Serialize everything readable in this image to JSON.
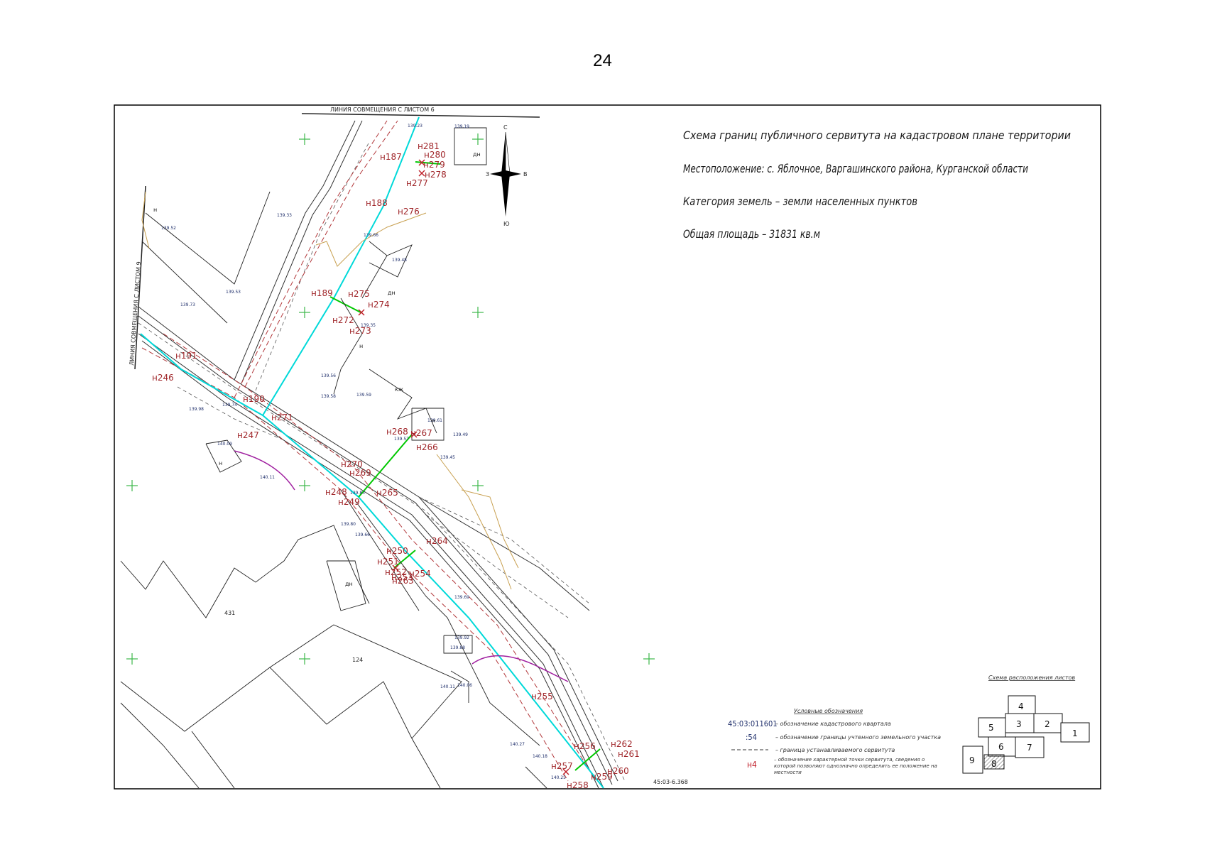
{
  "page_number": "24",
  "map": {
    "title": "Схема границ публичного сервитута на кадастровом плане территории",
    "location": "Местоположение:  с. Яблочное, Варгашинского района, Курганской области",
    "category": "Категория земель – земли населенных пунктов",
    "area": "Общая площадь – 31831 кв.м",
    "match_line_top": "ЛИНИЯ СОВМЕЩЕНИЯ С ЛИСТОМ 6",
    "match_line_left": "ЛИНИЯ СОВМЕЩЕНИЯ С ЛИСТОМ 9",
    "sheet_code": "45:03-6.368",
    "parcel_labels": [
      "431",
      "124"
    ],
    "compass": {
      "n": "С",
      "s": "Ю",
      "w": "З",
      "e": "В"
    },
    "point_labels": [
      "н281",
      "н280",
      "н279",
      "н278",
      "н277",
      "н187",
      "н188",
      "н276",
      "н189",
      "н275",
      "н274",
      "н272",
      "н273",
      "н191",
      "н246",
      "н190",
      "н271",
      "н247",
      "н268",
      "н267",
      "н266",
      "н270",
      "н269",
      "н248",
      "н265",
      "н249",
      "н264",
      "н250",
      "н251",
      "н252",
      "н253",
      "н254",
      "н263",
      "н255",
      "н256",
      "н262",
      "н261",
      "н257",
      "н260",
      "н259",
      "н258"
    ],
    "elevations": [
      "139.23",
      "139.19",
      "139.52",
      "139.33",
      "139.66",
      "139.48",
      "139.73",
      "139.53",
      "139.35",
      "139.56",
      "139.58",
      "139.59",
      "139.61",
      "139.49",
      "139.57",
      "139.45",
      "139.74",
      "139.98",
      "140.09",
      "140.11",
      "139.83",
      "139.80",
      "139.66",
      "139.69",
      "139.92",
      "139.88",
      "140.06",
      "140.11",
      "140.27",
      "140.18",
      "140.25"
    ],
    "house_labels": [
      "дн",
      "дн",
      "кж",
      "н",
      "н",
      "н",
      "н",
      "дн"
    ]
  },
  "legend": {
    "title": "Условные обозначения",
    "items": [
      {
        "symbol": "45:03:011601",
        "text": "– обозначение кадастрового квартала"
      },
      {
        "symbol": ":54",
        "text": "– обозначение границы учтенного земельного участка"
      },
      {
        "symbol": "",
        "text": "– граница устанавливаемого сервитута"
      },
      {
        "symbol": "н4",
        "text": "– обозначение характерной точки сервитута, сведения о которой позволяют однозначно определить ее положение на местности"
      }
    ]
  },
  "sheet_layout": {
    "title": "Схема расположения листов",
    "sheets": [
      "4",
      "5",
      "3",
      "2",
      "1",
      "9",
      "6",
      "7",
      "8"
    ],
    "current_sheet": "8"
  },
  "colors": {
    "servitude_cyan": "#00d9d9",
    "crossing_green": "#00c800",
    "boundary_red": "#b2373a",
    "point_label_red": "#a0262a",
    "pipe_purple": "#a020a0",
    "path_tan": "#c8a050",
    "grid_cross_green": "#3cb84a",
    "elevation_blue": "#1f2f6b"
  }
}
